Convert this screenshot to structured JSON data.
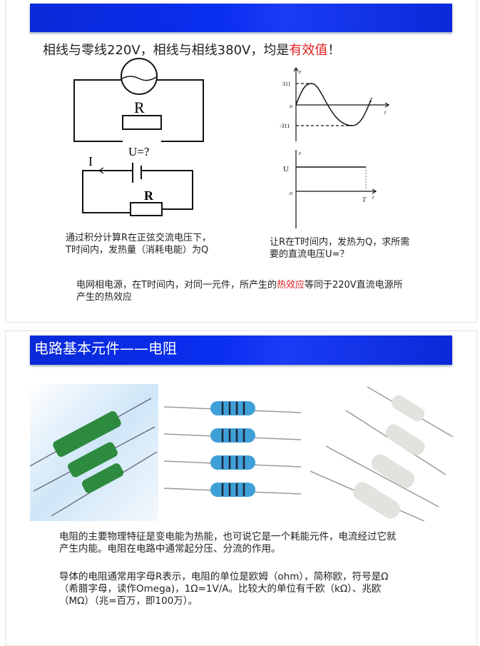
{
  "slide1": {
    "headline": {
      "part1": "相线与零线220V，相线与相线380V，均是",
      "highlight": "有效值",
      "end": "！"
    },
    "ac_circuit": {
      "resistor_label": "R"
    },
    "sine_graph": {
      "y_axis": "ε",
      "x_axis": "t",
      "peak": "311",
      "trough": "-311",
      "origin": "o",
      "period": "T"
    },
    "dc_circuit": {
      "voltage_label": "U=?",
      "current_label": "I",
      "resistor_label": "R"
    },
    "dc_graph": {
      "y_axis": "ε",
      "x_axis": "t",
      "level": "U",
      "origin": "o",
      "period": "T"
    },
    "left_caption": "通过积分计算R在正弦交流电压下，T时间内，发热量（消耗电能）为Q",
    "right_caption": "让R在T时间内，发热为Q，求所需要的直流电压U=？",
    "conclusion": {
      "part1": "电网相电源，在T时间内，对同一元件，所产生的",
      "highlight": "热效应",
      "part2": "等同于220V直流电源所产生的热效应"
    }
  },
  "slide2": {
    "title": "电路基本元件——电阻",
    "paragraph1": "电阻的主要物理特征是变电能为热能，也可说它是一个耗能元件，电流经过它就产生内能。电阻在电路中通常起分压、分流的作用。",
    "paragraph2": "导体的电阻通常用字母R表示，电阻的单位是欧姆（ohm），简称欧，符号是Ω（希腊字母，读作Omega)，1Ω=1V/A。比较大的单位有千欧（kΩ）、兆欧（MΩ）（兆=百万，即100万）。"
  },
  "colors": {
    "banner": "#0a2ad8",
    "highlight": "#e02020"
  }
}
